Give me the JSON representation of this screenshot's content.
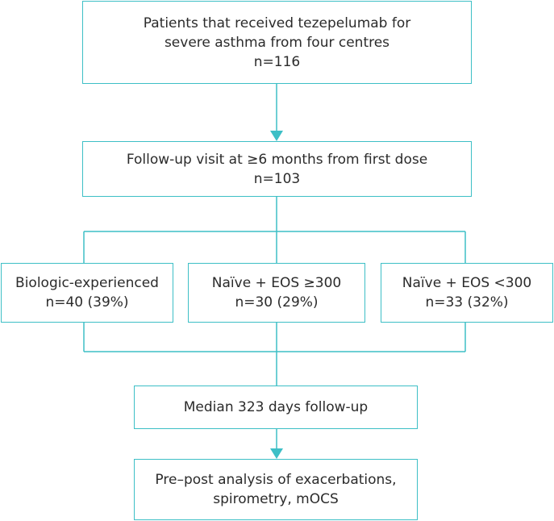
{
  "flow": {
    "box1": {
      "lines": [
        "Patients that received tezepelumab for",
        "severe asthma from four centres",
        "n=116"
      ]
    },
    "box2": {
      "lines": [
        "Follow-up visit at ≥6 months from first dose",
        "n=103"
      ]
    },
    "box3": {
      "lines": [
        "Biologic-experienced",
        "n=40 (39%)"
      ]
    },
    "box4": {
      "lines": [
        "Naïve + EOS ≥300",
        "n=30 (29%)"
      ]
    },
    "box5": {
      "lines": [
        "Naïve + EOS <300",
        "n=33 (32%)"
      ]
    },
    "box6": {
      "lines": [
        "Median 323 days follow-up"
      ]
    },
    "box7": {
      "lines": [
        "Pre–post analysis of exacerbations,",
        "spirometry, mOCS"
      ]
    }
  },
  "colors": {
    "accent": "#3dbfc6",
    "text": "#2b2b2b"
  }
}
